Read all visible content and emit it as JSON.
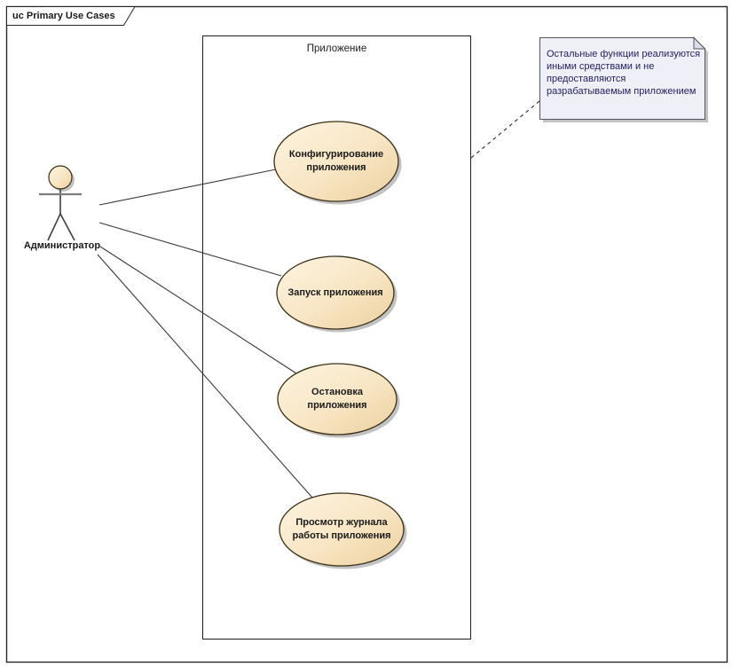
{
  "diagram": {
    "type": "uml-use-case",
    "frame_title": "uc Primary Use Cases",
    "boundary_label": "Приложение",
    "actor": {
      "name": "Администратор"
    },
    "use_cases": [
      {
        "label": "Конфигурирование приложения",
        "lines": [
          "Конфигурирование",
          "приложения"
        ]
      },
      {
        "label": "Запуск приложения",
        "lines": [
          "Запуск приложения"
        ]
      },
      {
        "label": "Остановка приложения",
        "lines": [
          "Остановка",
          "приложения"
        ]
      },
      {
        "label": "Просмотр журнала работы приложения",
        "lines": [
          "Просмотр журнала",
          "работы приложения"
        ]
      }
    ],
    "note": {
      "text": "Остальные функции реализуются иными средствами и не предоставляются разрабатываемым приложением",
      "lines": [
        "Остальные функции реализуются",
        "иными средствами и не",
        "предоставляются",
        "разрабатываемым приложением"
      ]
    },
    "connectors": [
      {
        "from": "Администратор",
        "to": "Конфигурирование приложения",
        "type": "association",
        "style": "solid"
      },
      {
        "from": "Администратор",
        "to": "Запуск приложения",
        "type": "association",
        "style": "solid"
      },
      {
        "from": "Администратор",
        "to": "Остановка приложения",
        "type": "association",
        "style": "solid"
      },
      {
        "from": "Администратор",
        "to": "Просмотр журнала работы приложения",
        "type": "association",
        "style": "solid"
      },
      {
        "from": "note",
        "to": "Приложение",
        "type": "note-link",
        "style": "dashed"
      }
    ]
  },
  "colors": {
    "page_bg": "#ffffff",
    "frame_stroke": "#262626",
    "boundary_stroke": "#1f1f1f",
    "usecase_fill_light": "#fdf4e2",
    "usecase_fill_mid": "#f8e5c3",
    "usecase_fill_dark": "#ecd09f",
    "usecase_stroke": "#3b2f16",
    "shadow": "#c2c2c2",
    "note_fill": "#efeff8",
    "note_fold": "#dcdce9",
    "note_stroke": "#55555f",
    "note_text": "#1f1f5f",
    "connector": "#3a3a3a",
    "actor_limb": "#3f3f3f",
    "actor_arm": "#7d7d7d",
    "label_text": "#1a1a1a"
  }
}
